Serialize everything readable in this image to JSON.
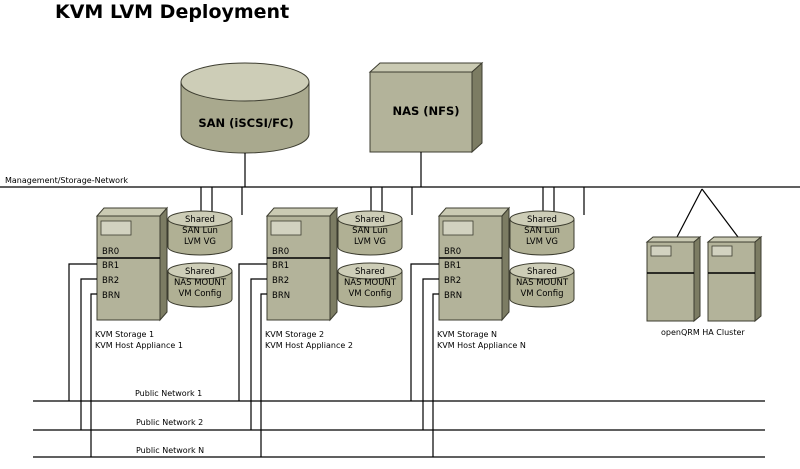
{
  "title": "KVM LVM Deployment",
  "san": {
    "label": "SAN (iSCSI/FC)"
  },
  "nas": {
    "label": "NAS (NFS)"
  },
  "management_network": {
    "label": "Management/Storage-Network"
  },
  "hosts": [
    {
      "name_line1": "KVM Storage 1",
      "name_line2": "KVM Host Appliance 1",
      "ports": [
        "BR0",
        "BR1",
        "BR2",
        "BRN"
      ],
      "disk_top": {
        "line1": "Shared",
        "line2": "SAN Lun",
        "line3": "LVM VG"
      },
      "disk_bottom": {
        "line1": "Shared",
        "line2": "NAS MOUNT",
        "line3": "VM Config"
      }
    },
    {
      "name_line1": "KVM Storage 2",
      "name_line2": "KVM Host Appliance 2",
      "ports": [
        "BR0",
        "BR1",
        "BR2",
        "BRN"
      ],
      "disk_top": {
        "line1": "Shared",
        "line2": "SAN Lun",
        "line3": "LVM VG"
      },
      "disk_bottom": {
        "line1": "Shared",
        "line2": "NAS MOUNT",
        "line3": "VM Config"
      }
    },
    {
      "name_line1": "KVM Storage N",
      "name_line2": "KVM Host Appliance N",
      "ports": [
        "BR0",
        "BR1",
        "BR2",
        "BRN"
      ],
      "disk_top": {
        "line1": "Shared",
        "line2": "SAN Lun",
        "line3": "LVM VG"
      },
      "disk_bottom": {
        "line1": "Shared",
        "line2": "NAS MOUNT",
        "line3": "VM Config"
      }
    }
  ],
  "cluster": {
    "label": "openQRM HA Cluster"
  },
  "public_networks": [
    "Public Network 1",
    "Public Network 2",
    "Public Network N"
  ],
  "colors": {
    "box_face": "#b3b39a",
    "box_side": "#7c7c63",
    "box_top": "#cacab3",
    "disk_body": "#b0b094",
    "disk_top": "#cdcdb7",
    "stroke": "#3d3d30"
  }
}
